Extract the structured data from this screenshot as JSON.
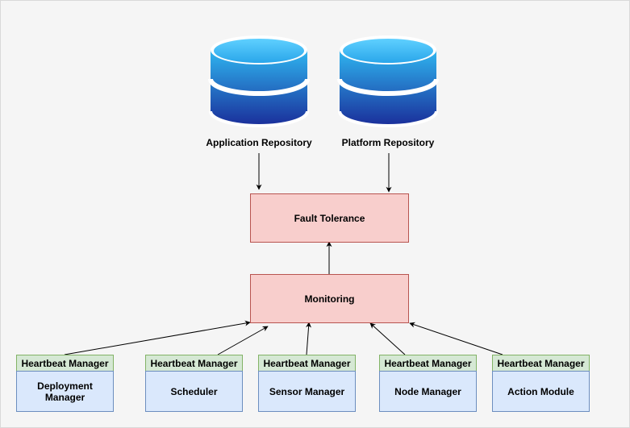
{
  "repositories": [
    {
      "label": "Application Repository"
    },
    {
      "label": "Platform Repository"
    }
  ],
  "fault_tolerance": {
    "label": "Fault Tolerance"
  },
  "monitoring": {
    "label": "Monitoring"
  },
  "heartbeat_nodes": [
    {
      "header": "Heartbeat Manager",
      "label": "Deployment Manager"
    },
    {
      "header": "Heartbeat Manager",
      "label": "Scheduler"
    },
    {
      "header": "Heartbeat Manager",
      "label": "Sensor Manager"
    },
    {
      "header": "Heartbeat Manager",
      "label": "Node Manager"
    },
    {
      "header": "Heartbeat Manager",
      "label": "Action Module"
    }
  ],
  "colors": {
    "red_fill": "#f8cecc",
    "red_stroke": "#b85450",
    "green_fill": "#d5e8d4",
    "green_stroke": "#82b366",
    "blue_fill": "#dae8fc",
    "blue_stroke": "#6c8ebf",
    "db_top": "#3ec0f5",
    "db_bottom": "#1a33a0"
  }
}
